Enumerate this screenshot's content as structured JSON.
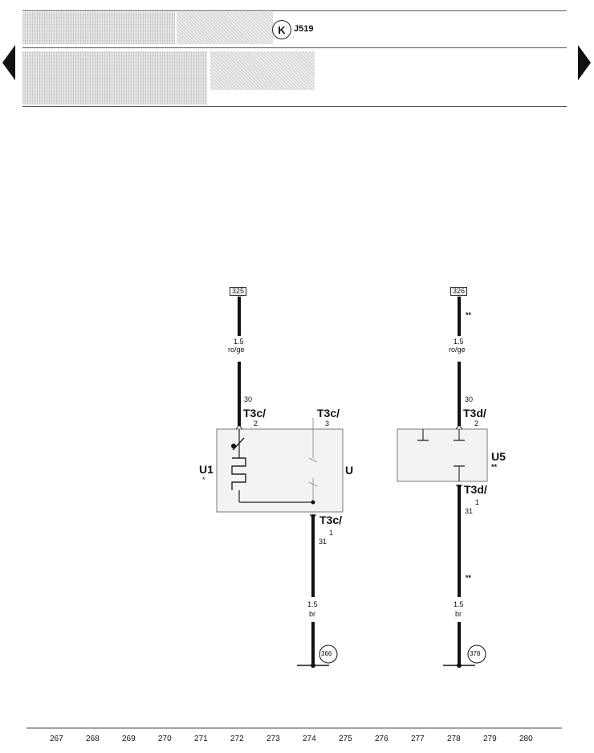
{
  "header": {
    "k_label": "K",
    "component_ref": "J519",
    "left_arrow_icon": "triangle-left-icon",
    "right_arrow_icon": "triangle-right-icon"
  },
  "diagram": {
    "left_circuit": {
      "top_ref": "325",
      "wire_gauge_top": "1.5",
      "wire_color_top": "ro/ge",
      "pin_top_num": "30",
      "connector_top": "T3c/",
      "connector_top_pin": "2",
      "connector_right": "T3c/",
      "connector_right_pin": "3",
      "component_left": "U1",
      "component_left_mark": "*",
      "component_right": "U",
      "connector_bottom": "T3c/",
      "connector_bottom_pin": "1",
      "pin_bottom_num": "31",
      "wire_gauge_bottom": "1.5",
      "wire_color_bottom": "br",
      "ground_ref": "366"
    },
    "right_circuit": {
      "top_ref": "326",
      "mark_top": "**",
      "wire_gauge_top": "1.5",
      "wire_color_top": "ro/ge",
      "pin_top_num": "30",
      "connector_top": "T3d/",
      "connector_top_pin": "2",
      "component": "U5",
      "component_mark": "**",
      "connector_bottom": "T3d/",
      "connector_bottom_pin": "1",
      "pin_bottom_num": "31",
      "mark_bottom": "**",
      "wire_gauge_bottom": "1.5",
      "wire_color_bottom": "br",
      "ground_ref": "378"
    }
  },
  "footer": {
    "columns": [
      "267",
      "268",
      "269",
      "270",
      "271",
      "272",
      "273",
      "274",
      "275",
      "276",
      "277",
      "278",
      "279",
      "280"
    ]
  }
}
